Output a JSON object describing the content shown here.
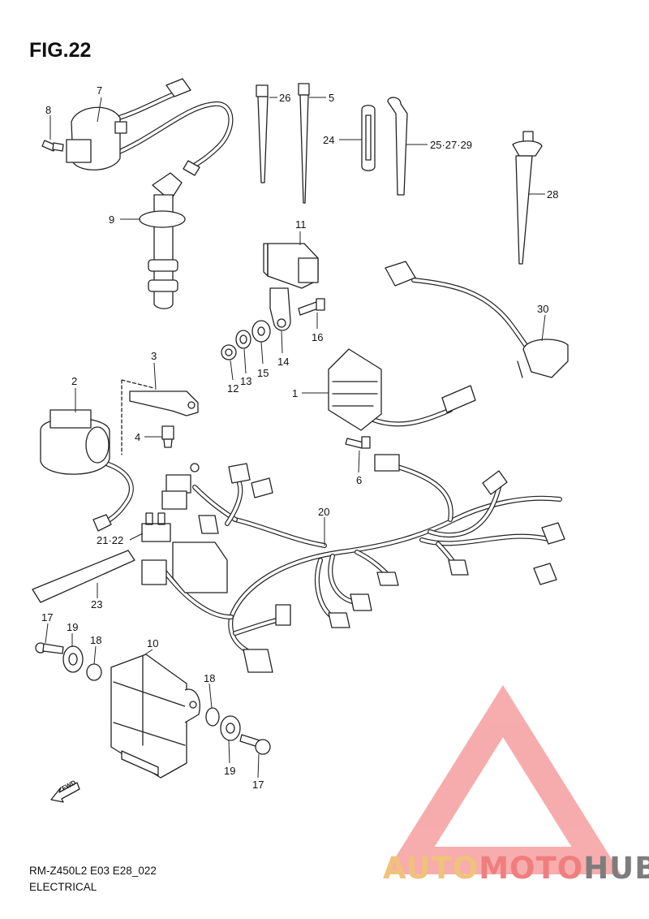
{
  "title": "FIG.22",
  "code_line1": "RM-Z450L2 E03 E28_022",
  "code_line2": "ELECTRICAL",
  "fwd": "FWD",
  "watermark": {
    "part1": "AUTO",
    "part2": "MOTO",
    "part3": "HUB",
    "colors": [
      "#f0c27a",
      "#f07e7e",
      "#7d7d7d"
    ],
    "logo": "triangle-a-logo"
  },
  "labels": {
    "l1": "1",
    "l2": "2",
    "l3": "3",
    "l4": "4",
    "l5": "5",
    "l6": "6",
    "l7": "7",
    "l8": "8",
    "l9": "9",
    "l10a": "10",
    "l11": "11",
    "l12": "12",
    "l13": "13",
    "l14": "14",
    "l15": "15",
    "l16": "16",
    "l17a": "17",
    "l17b": "17",
    "l18a": "18",
    "l18b": "18",
    "l19a": "19",
    "l19b": "19",
    "l20": "20",
    "l2122": "21·22",
    "l23": "23",
    "l24": "24",
    "l252729": "25·27·29",
    "l26": "26",
    "l28": "28",
    "l30": "30"
  }
}
